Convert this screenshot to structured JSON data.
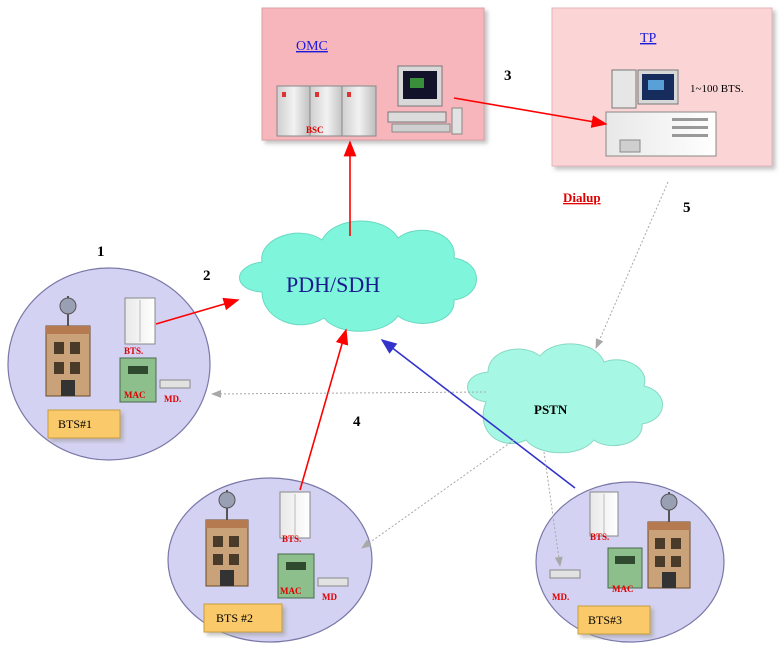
{
  "colors": {
    "box_fill": "#f6b6bc",
    "tp_fill": "#fbd4d6",
    "cloud_pdh": "#7ff5dc",
    "cloud_pstn": "#a6f7e4",
    "bts_circle": "#d4d2f2",
    "label_box": "#f9c96b",
    "red_link": "#ff0000",
    "blue_link": "#3333cc",
    "dotted_link": "#a8a8a8"
  },
  "omc": {
    "title": "OMC",
    "bsc_label": "BSC"
  },
  "tp": {
    "title": "TP",
    "capacity": "1~100 BTS."
  },
  "dialup": "Dialup",
  "networks": {
    "pdh": "PDH/SDH",
    "pstn": "PSTN"
  },
  "step_numbers": {
    "n1": "1",
    "n2": "2",
    "n3": "3",
    "n4": "4",
    "n5": "5"
  },
  "sites": [
    {
      "id": "bts1",
      "label": "BTS#1",
      "bts": "BTS.",
      "mac": "MAC",
      "md": "MD."
    },
    {
      "id": "bts2",
      "label": "BTS #2",
      "bts": "BTS.",
      "mac": "MAC",
      "md": "MD"
    },
    {
      "id": "bts3",
      "label": "BTS#3",
      "bts": "BTS.",
      "mac": "MAC",
      "md": "MD."
    }
  ]
}
